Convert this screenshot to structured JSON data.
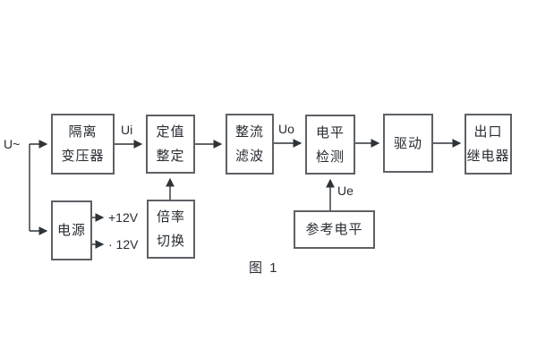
{
  "diagram": {
    "caption": "图 1",
    "input_label": "U~",
    "signal_labels": {
      "ui": "Ui",
      "uo": "Uo",
      "ue": "Ue"
    },
    "power_labels": {
      "pos": "+12V",
      "neg": "· 12V"
    },
    "boxes": {
      "isolation_transformer": {
        "line1": "隔离",
        "line2": "变压器"
      },
      "setting": {
        "line1": "定值",
        "line2": "整定"
      },
      "rectifier_filter": {
        "line1": "整流",
        "line2": "滤波"
      },
      "level_detection": {
        "line1": "电平",
        "line2": "检测"
      },
      "drive": {
        "line1": "驱动",
        "line2": ""
      },
      "output_relay": {
        "line1": "出口",
        "line2": "继电器"
      },
      "power_supply": {
        "line1": "电源",
        "line2": ""
      },
      "ratio_switch": {
        "line1": "倍率",
        "line2": "切换"
      },
      "reference_level": {
        "line1": "参考电平",
        "line2": ""
      }
    },
    "colors": {
      "background": "#ffffff",
      "border": "#5d6166",
      "text": "#272c33",
      "line": "#2e3338"
    }
  }
}
